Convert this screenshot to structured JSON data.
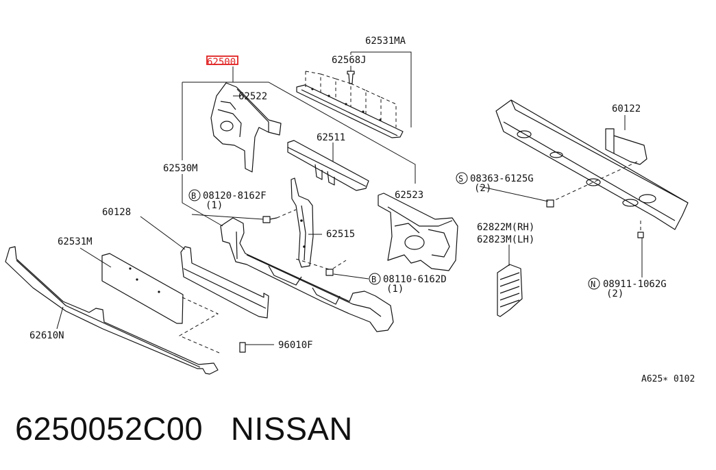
{
  "diagram": {
    "highlighted_part": "62500",
    "labels": {
      "l62531MA": "62531MA",
      "l62568J": "62568J",
      "l62500": "62500",
      "l62522": "62522",
      "l62511": "62511",
      "l62530M": "62530M",
      "l60122": "60122",
      "l08363": "08363-6125G",
      "l08363q": "(2)",
      "l08120": "08120-8162F",
      "l08120q": "(1)",
      "l62523": "62523",
      "l60128": "60128",
      "l62531M": "62531M",
      "l62515": "62515",
      "l62822": "62822M(RH)",
      "l62823": "62823M(LH)",
      "l08110": "08110-6162D",
      "l08110q": "(1)",
      "l08911": "08911-1062G",
      "l08911q": "(2)",
      "l62610N": "62610N",
      "l96010F": "96010F"
    },
    "prefixes": {
      "s": "S",
      "b1": "B",
      "b2": "B",
      "n": "N"
    },
    "diagram_code": "A625∗ 0102"
  },
  "footer": {
    "part_number": "6250052C00",
    "brand": "NISSAN"
  },
  "colors": {
    "highlight": "#e02020",
    "ink": "#111111"
  }
}
